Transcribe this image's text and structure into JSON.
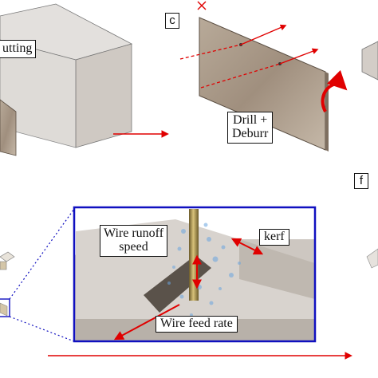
{
  "panels": {
    "c": "c",
    "f": "f"
  },
  "labels": {
    "cutting": "utting",
    "drill_line1": "Drill +",
    "drill_line2": "Deburr",
    "wire_runoff_line1": "Wire runoff",
    "wire_runoff_line2": "speed",
    "kerf": "kerf",
    "wire_feed_rate": "Wire feed rate"
  },
  "colors": {
    "arrow": "#e00000",
    "inset_border": "#1010c0",
    "metal": "#a99a8a",
    "block_top": "#ddd9d5",
    "block_side": "#c9c3bd",
    "coolant_splash": "#6aa5e0"
  }
}
